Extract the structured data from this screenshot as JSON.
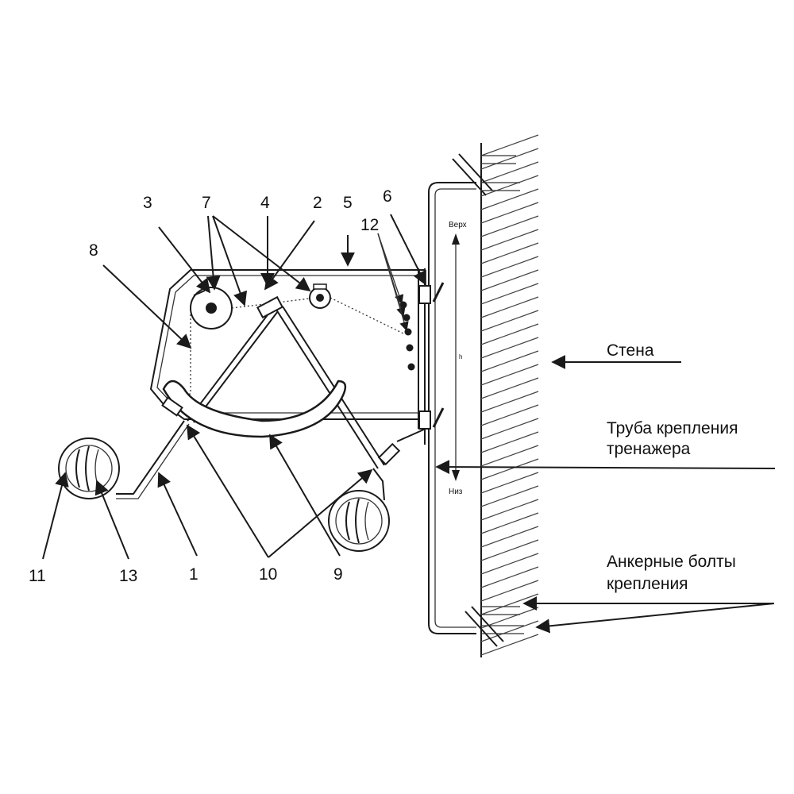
{
  "numbers": {
    "n1": "1",
    "n2": "2",
    "n3": "3",
    "n4": "4",
    "n5": "5",
    "n6": "6",
    "n7": "7",
    "n8": "8",
    "n9": "9",
    "n10": "10",
    "n11": "11",
    "n12": "12",
    "n13": "13"
  },
  "labels": {
    "wall": "Стена",
    "pipe_line1": "Труба крепления",
    "pipe_line2": "тренажера",
    "bolts_line1": "Анкерные болты",
    "bolts_line2": "крепления",
    "top": "Верх",
    "bottom": "Низ",
    "height_mark": "h"
  }
}
